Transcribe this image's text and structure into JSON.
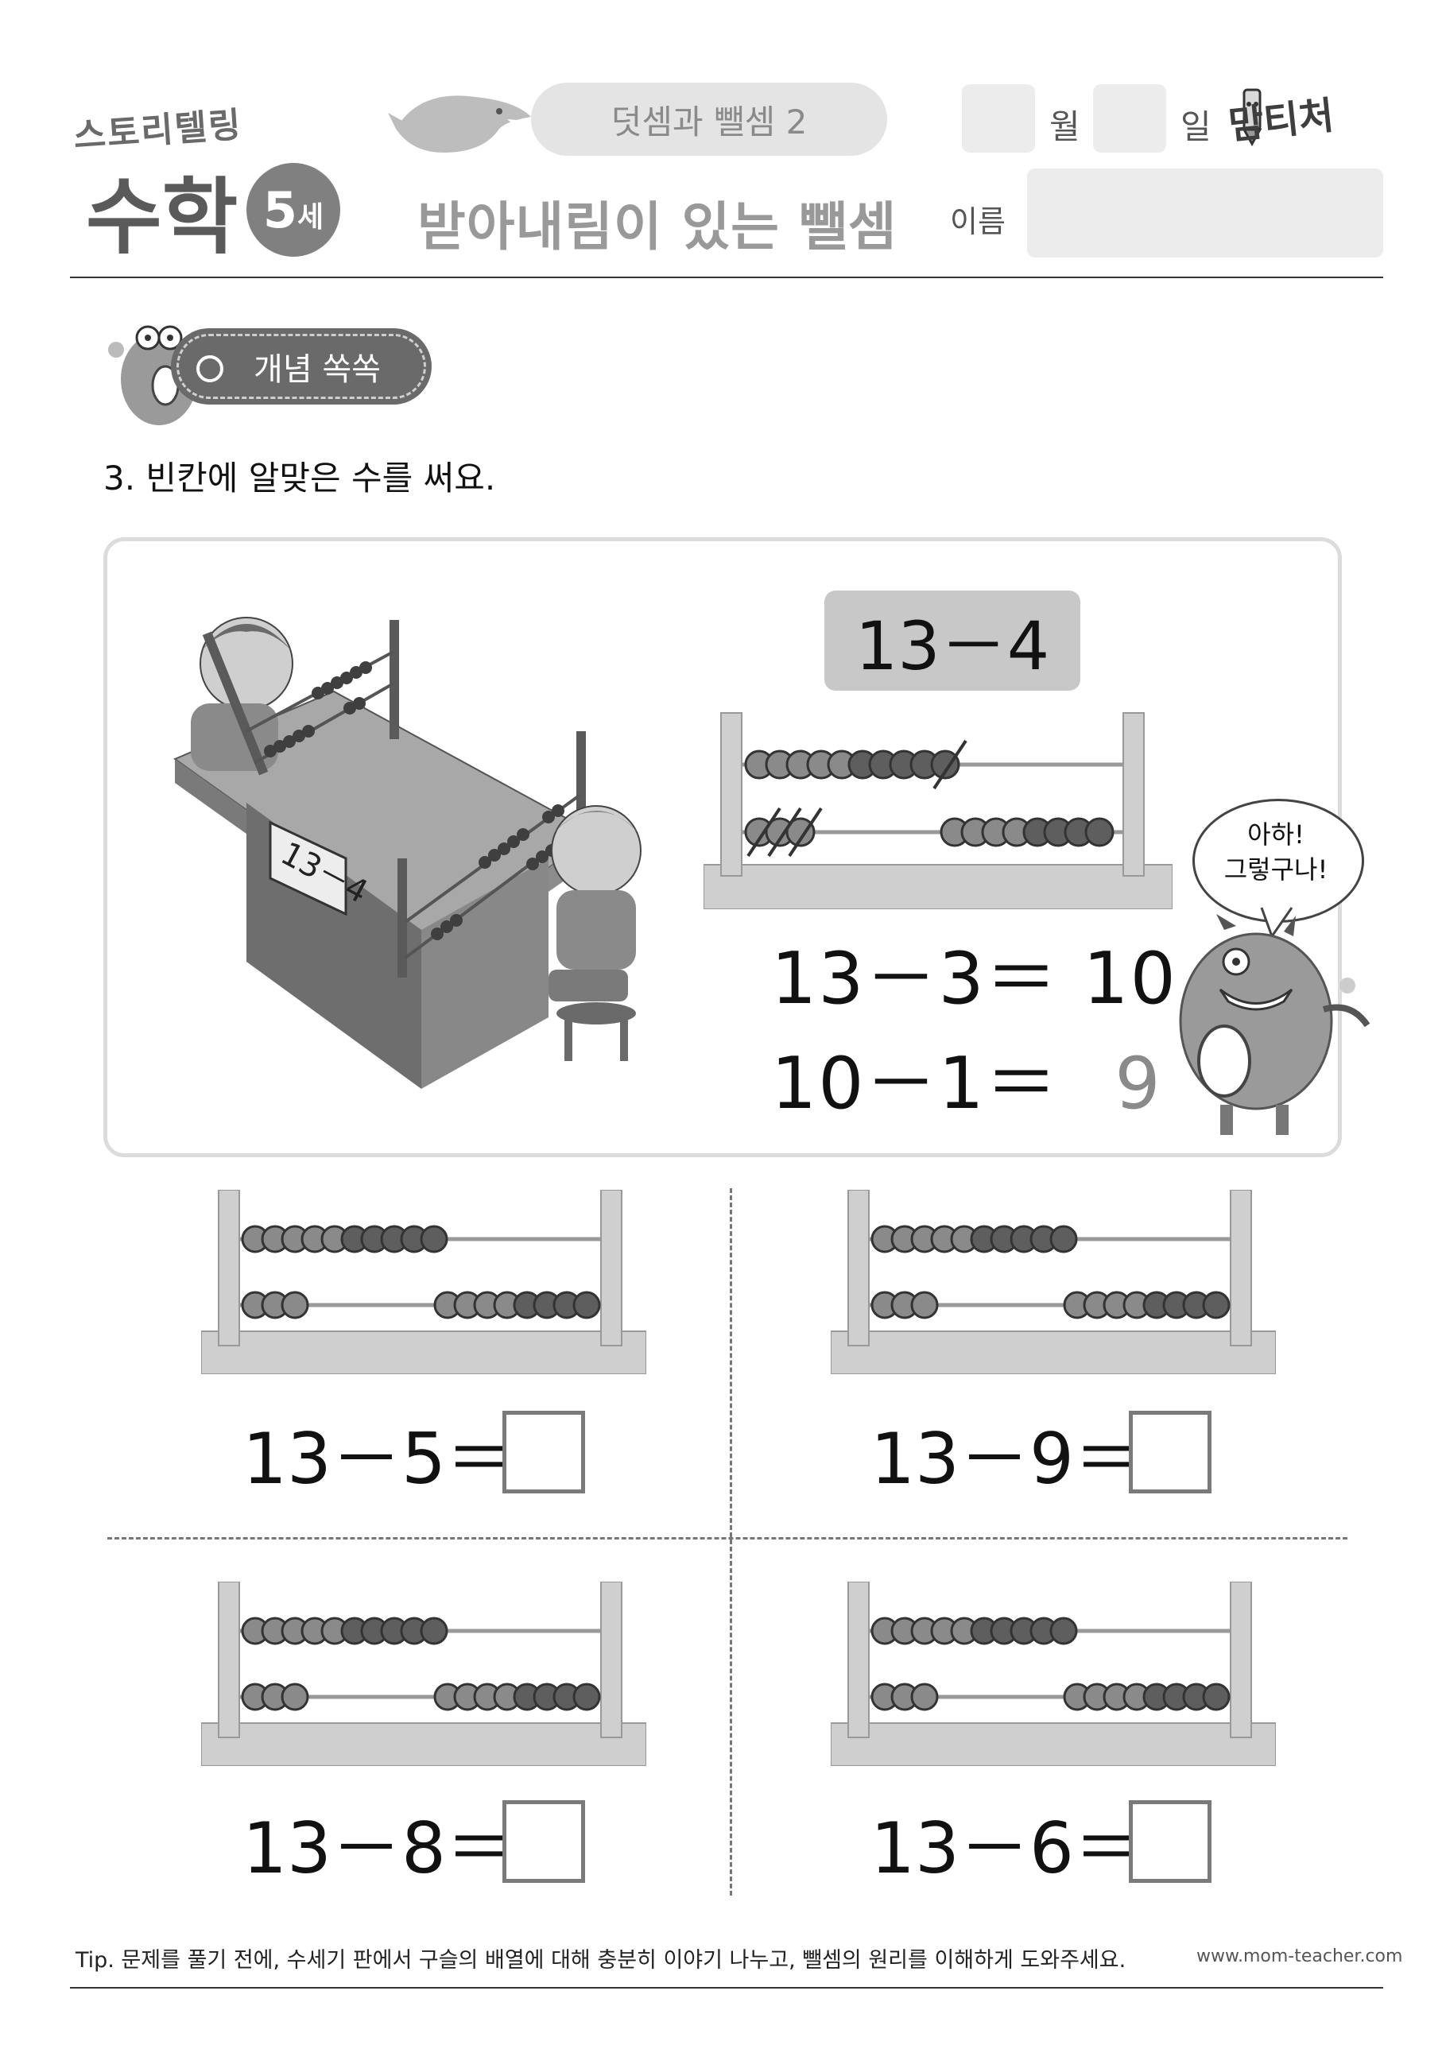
{
  "header": {
    "logo_small": "스토리텔링",
    "logo_big": "수학",
    "age_number": "5",
    "age_unit": "세",
    "topic": "덧셈과 뺄셈 2",
    "title": "받아내림이 있는 뺄셈",
    "month_label": "월",
    "day_label": "일",
    "brand": "맘티처",
    "name_label": "이름"
  },
  "section": {
    "badge": "개념 쏙쏙",
    "instruction": "3. 빈칸에 알맞은 수를 써요."
  },
  "example": {
    "expression": "13－4",
    "card_text": "13－4",
    "step1_lhs": "13－3＝",
    "step1_result": "10",
    "step2_lhs": "10－1＝",
    "step2_result": "9",
    "speech_line1": "아하!",
    "speech_line2": "그렇구나!"
  },
  "problems": [
    {
      "expression": "13－5＝",
      "answer": ""
    },
    {
      "expression": "13－9＝",
      "answer": ""
    },
    {
      "expression": "13－8＝",
      "answer": ""
    },
    {
      "expression": "13－6＝",
      "answer": ""
    }
  ],
  "footer": {
    "tip": "Tip. 문제를 풀기 전에, 수세기 판에서 구슬의 배열에 대해 충분히 이야기 나누고, 뺄셈의 원리를 이해하게 도와주세요.",
    "site": "www.mom-teacher.com"
  },
  "colors": {
    "frame": "#cfcfcf",
    "bead": "#8a8a8a",
    "badge": "#6a6a6a",
    "pill": "#c8c8c8"
  }
}
